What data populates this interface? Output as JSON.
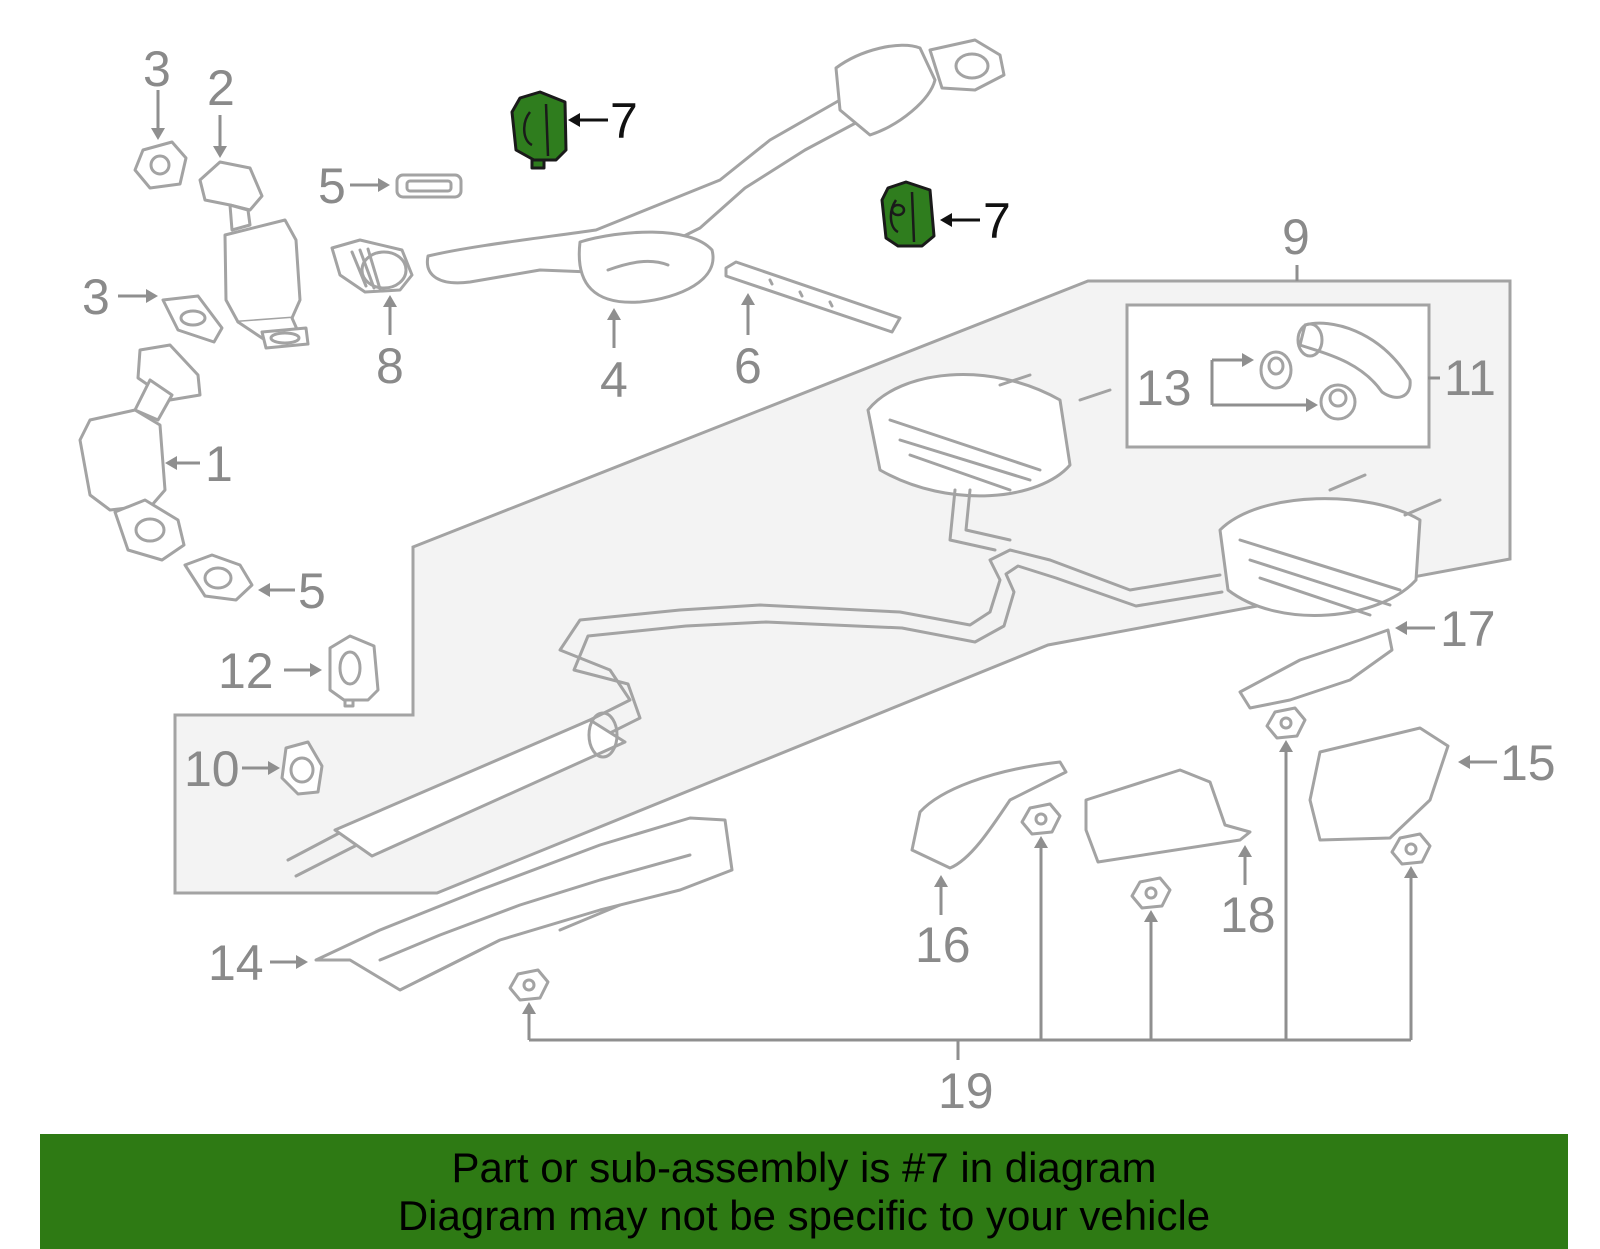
{
  "callouts": {
    "c1": "1",
    "c2": "2",
    "c3a": "3",
    "c3b": "3",
    "c4": "4",
    "c5a": "5",
    "c5b": "5",
    "c6": "6",
    "c7a": "7",
    "c7b": "7",
    "c8": "8",
    "c9": "9",
    "c10": "10",
    "c11": "11",
    "c12": "12",
    "c13": "13",
    "c14": "14",
    "c15": "15",
    "c16": "16",
    "c17": "17",
    "c18": "18",
    "c19": "19"
  },
  "colors": {
    "highlight_part": "#2f7d1e",
    "banner_background": "#2e7a14",
    "line_art": "#a3a3a3",
    "callout_text": "#8a8a8a",
    "highlight_callout": "#111111"
  },
  "banner": {
    "line1": "Part or sub-assembly is #7 in diagram",
    "line2": "Diagram may not be specific to your vehicle"
  }
}
